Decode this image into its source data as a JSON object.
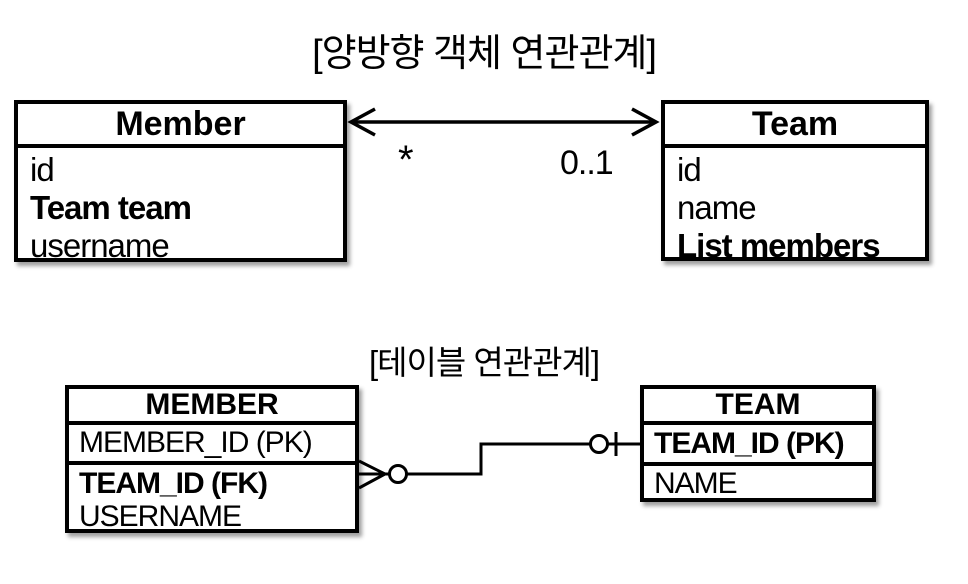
{
  "page": {
    "background": "#ffffff",
    "line_color": "#000000"
  },
  "object_section": {
    "title": "[양방향 객체 연관관계]",
    "member_class": {
      "name": "Member",
      "fields": [
        "id",
        "Team team",
        "username"
      ]
    },
    "team_class": {
      "name": "Team",
      "fields": [
        "id",
        "name",
        "List members"
      ]
    },
    "association": {
      "member_multiplicity": "*",
      "team_multiplicity": "0..1"
    }
  },
  "table_section": {
    "title": "[테이블 연관관계]",
    "member_table": {
      "name": "MEMBER",
      "columns": [
        "MEMBER_ID (PK)",
        "TEAM_ID (FK)",
        "USERNAME"
      ]
    },
    "team_table": {
      "name": "TEAM",
      "columns": [
        "TEAM_ID (PK)",
        "NAME"
      ]
    }
  }
}
